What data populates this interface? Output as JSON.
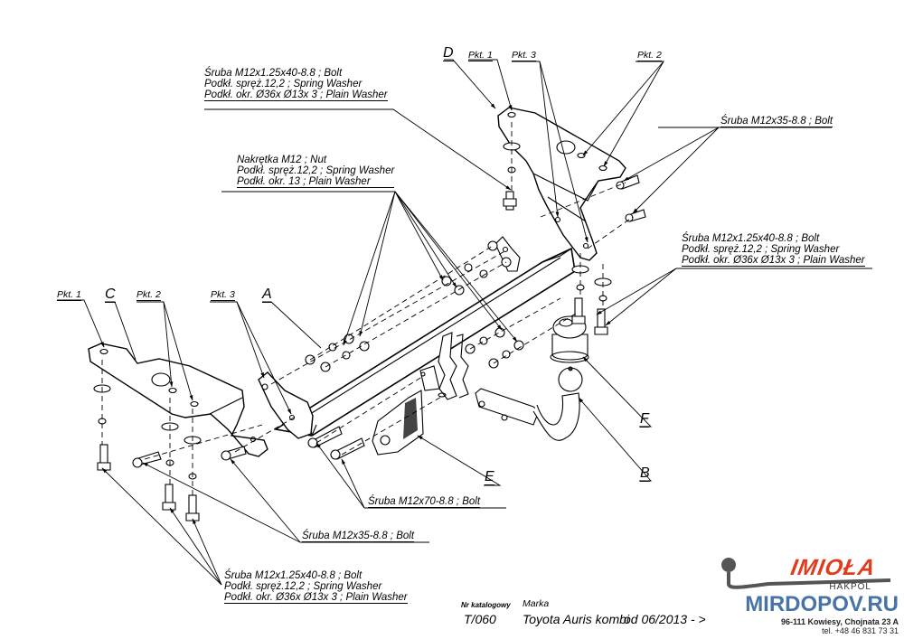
{
  "labels": {
    "bolt_top_left": {
      "line1": "Śruba M12x1.25x40-8.8 ;  Bolt",
      "line2": "Podkł. spręż.12,2 ;  Spring Washer",
      "line3": "Podkł. okr.  Ø36x Ø13x 3 ; Plain Washer"
    },
    "nut_group": {
      "line1": "Nakrętka  M12 ; Nut",
      "line2": "Podkł. spręż.12,2 ; Spring Washer",
      "line3": "Podkł. okr. 13 ; Plain Washer"
    },
    "bolt_right_top": "Śruba M12x35-8.8 ;  Bolt",
    "bolt_right_mid": {
      "line1": "Śruba M12x1.25x40-8.8 ;  Bolt",
      "line2": "Podkł. spręż.12,2 ; Spring Washer",
      "line3": "Podkł. okr.  Ø36x Ø13x 3 ; Plain Washer"
    },
    "bolt_m12x70": "Śruba M12x70-8.8 ;  Bolt",
    "bolt_m12x35_bottom": "Śruba M12x35-8.8 ;  Bolt",
    "bolt_bottom_left": {
      "line1": "Śruba M12x1.25x40-8.8 ;  Bolt",
      "line2": "Podkł. spręż.12,2 ; Spring Washer",
      "line3": "Podkł. okr.  Ø36x Ø13x 3 ; Plain Washer"
    }
  },
  "parts": {
    "A": "A",
    "B": "B",
    "C": "C",
    "D": "D",
    "E": "E",
    "F": "F"
  },
  "points": {
    "left_pkt1": "Pkt. 1",
    "left_pkt2": "Pkt. 2",
    "left_pkt3": "Pkt. 3",
    "right_pkt1": "Pkt. 1",
    "right_pkt2": "Pkt. 2",
    "right_pkt3": "Pkt. 3"
  },
  "title_block": {
    "catalog_label": "Nr katalogowy",
    "catalog_number": "T/060",
    "brand_label": "Marka",
    "vehicle": "Toyota Auris kombi",
    "date_range": "od  06/2013 - >"
  },
  "company": {
    "logo": "IMIOŁA",
    "sub": "HAKPOL",
    "address": "96-111 Kowiesy, Chojnata 23 A",
    "phone": "tel. +48 46 831 73 31",
    "logo_color": "#e03c1e"
  },
  "watermark": "MIRDOPOV.RU"
}
